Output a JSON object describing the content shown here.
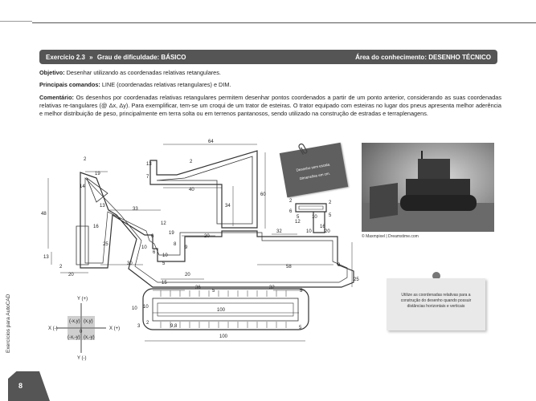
{
  "header": {
    "exercise": "Exercício 2.3",
    "chevrons": "»",
    "difficulty": "Grau de dificuldade: BÁSICO",
    "area": "Área do conhecimento: DESENHO TÉCNICO"
  },
  "objective": {
    "label": "Objetivo:",
    "text": " Desenhar utilizando as coordenadas relativas retangulares."
  },
  "commands": {
    "label": "Principais comandos:",
    "text": " LINE (coordenadas relativas retangulares) e DIM."
  },
  "comment": {
    "label": "Comentário:",
    "text": " Os desenhos por coordenadas relativas retangulares permitem desenhar pontos coordenados a partir de um ponto anterior, considerando as suas coordenadas relativas re-tangulares (@ Δx, Δy). Para exemplificar, tem-se um croqui de um trator de esteiras. O trator equipado com esteiras no lugar dos pneus apresenta melhor aderência e melhor distribuição de peso, principalmente em terra solta ou em terrenos pantanosos, sendo utilizado na construção de estradas e terraplenagens."
  },
  "dimensions": {
    "d64": "64",
    "d13a": "13",
    "d7": "7",
    "d2a": "2",
    "d40": "40",
    "d60": "60",
    "d34": "34",
    "d19": "19",
    "d2b": "2",
    "d14": "14",
    "d13b": "13",
    "d48": "48",
    "d33": "33",
    "d16": "16",
    "d25a": "25",
    "d10a": "10",
    "d12": "12",
    "d6a": "6",
    "d19b": "19",
    "d8": "8",
    "d20a": "20",
    "d6b": "6",
    "d10b": "10",
    "d9": "9",
    "d5a": "5",
    "d30": "30",
    "d13c": "13",
    "d2c": "2",
    "d20b": "20",
    "d32a": "32",
    "d10c": "10",
    "d20c": "20",
    "d58": "58",
    "d9b": "9",
    "d25b": "25",
    "d12b": "12",
    "d5b": "5",
    "d10d": "10",
    "d16b": "16",
    "d2d": "2",
    "d6c": "6",
    "d2e": "2",
    "d5c": "5",
    "d15": "15",
    "d20d": "20",
    "d36": "36",
    "d5d": "5",
    "d32b": "32",
    "d5e": "5",
    "d10e": "10",
    "d10f": "10",
    "d100a": "100",
    "d3": "3",
    "d9_8": "9,8",
    "d2f": "2",
    "d5f": "5",
    "d100b": "100"
  },
  "axes_diagram": {
    "y_pos": "Y (+)",
    "y_neg": "Y (-)",
    "x_neg": "X (-)",
    "x_pos": "X (+)",
    "q1": "(-x,y)",
    "q2": "(x,y)",
    "q3": "(-x,-y)",
    "q4": "(x,-y)",
    "origin": "0"
  },
  "note": {
    "line1": "Desenho sem escala.",
    "line2": "Dimensões em cm."
  },
  "photo_credit": "© Maxmpixel | Dreamstime.com",
  "sticky": "Utilize as coordenadas relativas para a construção do desenho quando possuir distâncias horizontais e verticais",
  "side_text": "Exercícios para AutoCAD",
  "page_number": "8"
}
